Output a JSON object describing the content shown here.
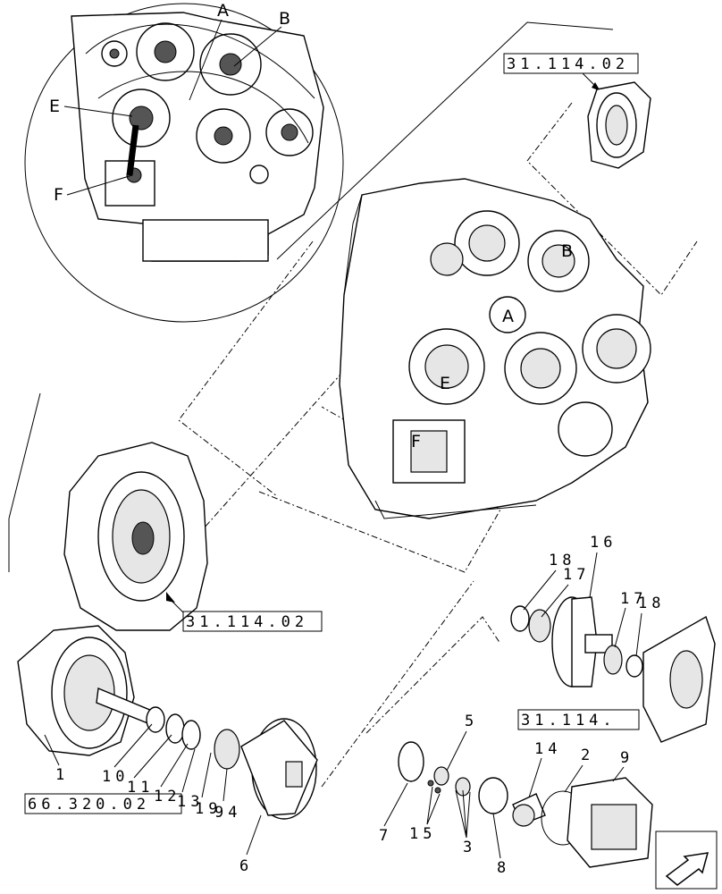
{
  "refs": {
    "ref_top": "31.114.02",
    "ref_middle": "31.114.02",
    "ref_right": "31.114.",
    "ref_left": "66.320.02"
  },
  "letters": {
    "inset_A": "A",
    "inset_B": "B",
    "inset_E": "E",
    "inset_F": "F",
    "housing_A": "A",
    "housing_B": "B",
    "housing_E": "E",
    "housing_F": "F"
  },
  "parts": {
    "p1": "1",
    "p2": "2",
    "p3": "3",
    "p5": "5",
    "p6": "6",
    "p7": "7",
    "p8": "8",
    "p9": "9",
    "p10": "10",
    "p11": "11",
    "p12": "12",
    "p13": "13",
    "p14": "14",
    "p15": "15",
    "p16": "16",
    "p17a": "17",
    "p17b": "17",
    "p18a": "18",
    "p18b": "18",
    "p19": "19",
    "p94": "94"
  },
  "icons": {
    "nav": "arrow-icon"
  }
}
